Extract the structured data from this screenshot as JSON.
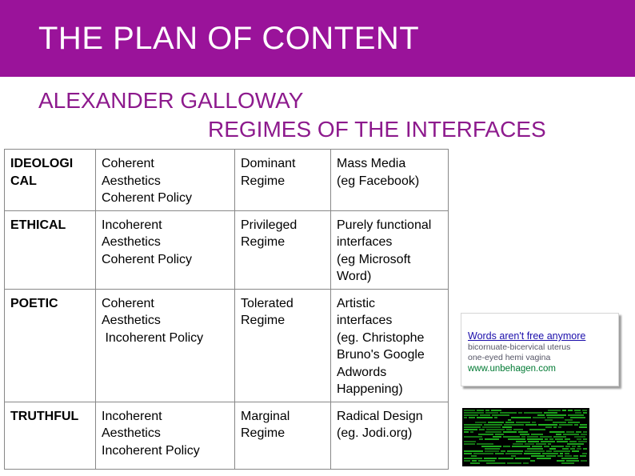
{
  "header": {
    "title": "THE PLAN OF CONTENT"
  },
  "subtitle": {
    "line1": "ALEXANDER GALLOWAY",
    "line2": "REGIMES OF THE INTERFACES"
  },
  "table": {
    "rows": [
      {
        "category": [
          "IDEOLOGI",
          "CAL"
        ],
        "aesthetics_policy": [
          "Coherent",
          "Aesthetics",
          "Coherent Policy"
        ],
        "regime": [
          "Dominant",
          "Regime"
        ],
        "example": [
          "Mass Media",
          "(eg Facebook)"
        ]
      },
      {
        "category": [
          "ETHICAL"
        ],
        "aesthetics_policy": [
          "Incoherent",
          "Aesthetics",
          "Coherent Policy"
        ],
        "regime": [
          "Privileged",
          "Regime"
        ],
        "example": [
          "Purely functional",
          "interfaces",
          "(eg Microsoft",
          "Word)"
        ]
      },
      {
        "category": [
          "POETIC"
        ],
        "aesthetics_policy": [
          "Coherent",
          "Aesthetics",
          " Incoherent Policy"
        ],
        "regime": [
          "Tolerated",
          "Regime"
        ],
        "example": [
          "Artistic",
          "interfaces",
          "(eg. Christophe",
          "Bruno's Google",
          "Adwords",
          "Happening)"
        ]
      },
      {
        "category": [
          "TRUTHFUL"
        ],
        "aesthetics_policy": [
          "Incoherent",
          "Aesthetics",
          "Incoherent Policy"
        ],
        "regime": [
          "Marginal",
          "Regime"
        ],
        "example": [
          "Radical Design",
          "(eg. Jodi.org)"
        ]
      }
    ]
  },
  "ad_image": {
    "title": "Words aren't free anymore",
    "text": "bicornuate-bicervical uterus",
    "text2": "one-eyed hemi vagina",
    "url": "www.unbehagen.com"
  },
  "colors": {
    "header_bg": "#9a139a",
    "subtitle": "#8d1a8d",
    "jodi_green": "#1fb31f"
  }
}
